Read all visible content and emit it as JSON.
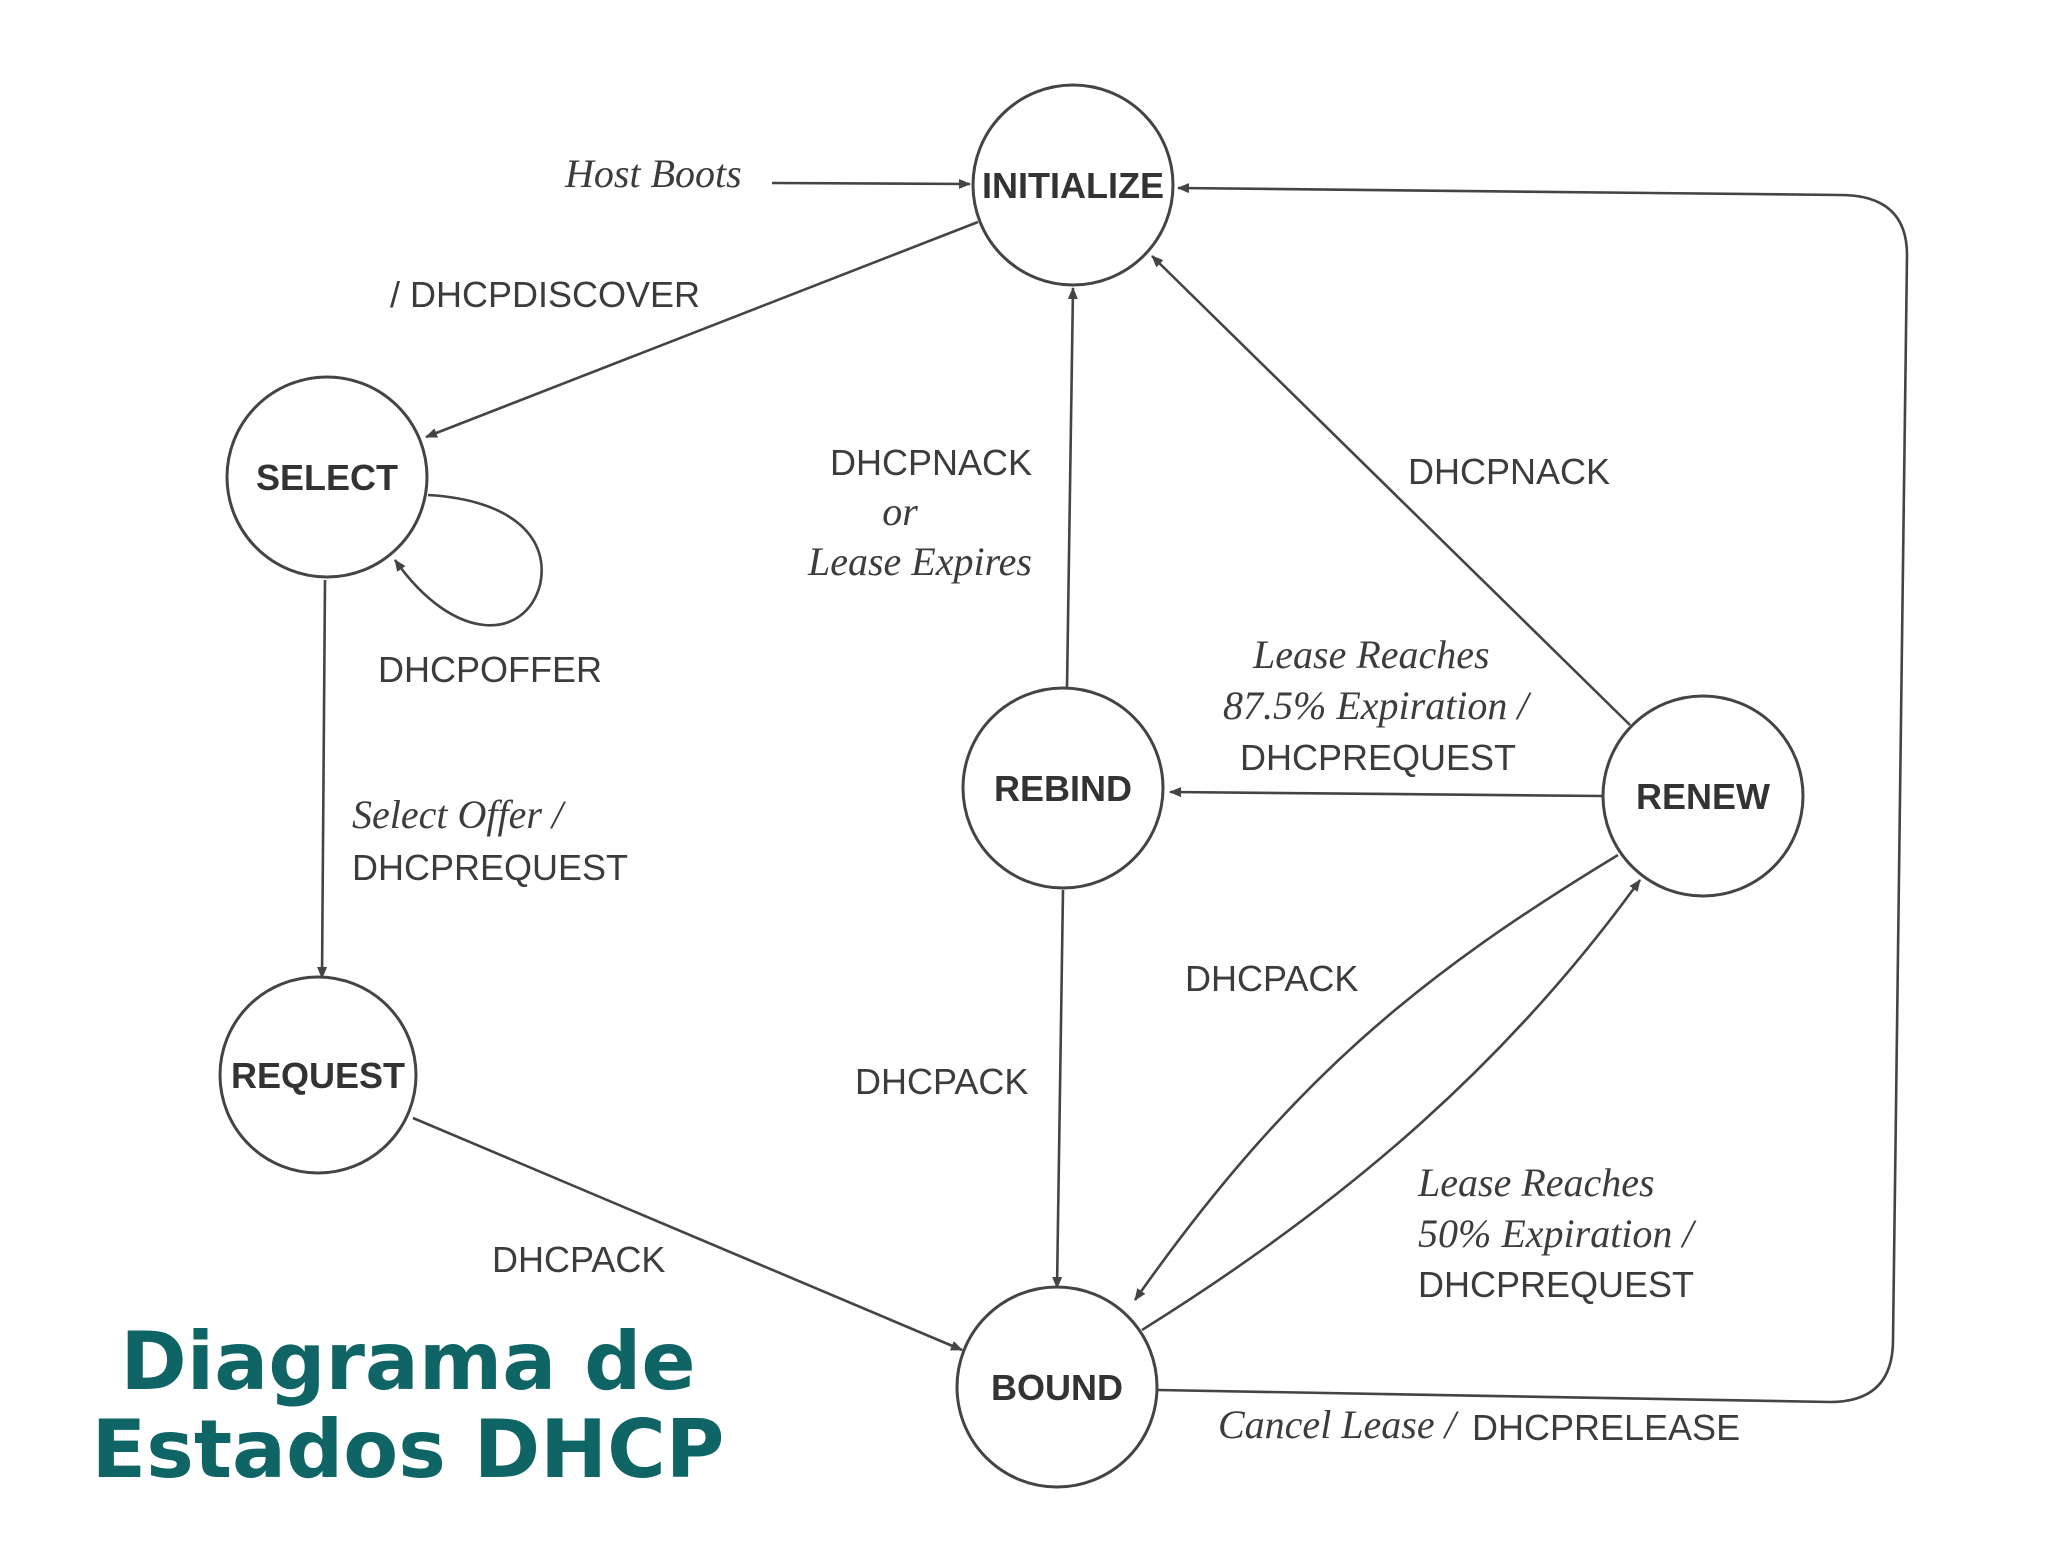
{
  "title": {
    "line1": "Diagrama de",
    "line2": "Estados DHCP"
  },
  "states": {
    "initialize": "INITIALIZE",
    "select": "SELECT",
    "request": "REQUEST",
    "bound": "BOUND",
    "rebind": "REBIND",
    "renew": "RENEW"
  },
  "transitions": {
    "host_boots": "Host Boots",
    "dhcpdiscover": "/ DHCPDISCOVER",
    "dhcpoffer": "DHCPOFFER",
    "select_offer": "Select Offer /",
    "select_request": "DHCPREQUEST",
    "request_ack": "DHCPACK",
    "rebind_nack": "DHCPNACK",
    "rebind_or": "or",
    "rebind_expires": "Lease Expires",
    "renew_nack": "DHCPNACK",
    "renew_reach_1": "Lease  Reaches",
    "renew_reach_2": "87.5% Expiration /",
    "renew_reach_3": "DHCPREQUEST",
    "rebind_ack": "DHCPACK",
    "renew_ack": "DHCPACK",
    "bound_reach_1": "Lease  Reaches",
    "bound_reach_2": "50% Expiration /",
    "bound_reach_3": "DHCPREQUEST",
    "cancel_lease": "Cancel Lease /",
    "dhcprelease": "DHCPRELEASE"
  }
}
